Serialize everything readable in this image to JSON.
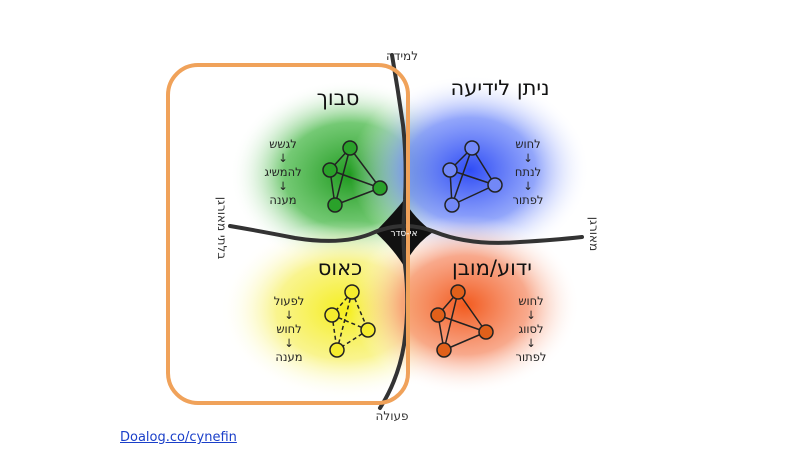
{
  "quadrants": {
    "complex": {
      "title": "סבוך",
      "steps": [
        "לגשש",
        "↓",
        "להמשיג",
        "↓",
        "מענה"
      ]
    },
    "complicated": {
      "title": "ניתן לידיעה",
      "steps": [
        "לחוש",
        "↓",
        "לנתח",
        "↓",
        "לפתור"
      ]
    },
    "chaotic": {
      "title": "כאוס",
      "steps": [
        "לפעול",
        "↓",
        "לחוש",
        "↓",
        "מענה"
      ]
    },
    "obvious": {
      "title": "ידוע/מובן",
      "steps": [
        "לחוש",
        "↓",
        "לסווג",
        "↓",
        "לפתור"
      ]
    }
  },
  "axes": {
    "top": "למידה",
    "bottom": "פעולה",
    "left": "בלתי מאורגן",
    "right": "מאורגן"
  },
  "center": "אי-סדר",
  "link": "Doalog.co/cynefin",
  "colors": {
    "complex": "#2aa12a",
    "complicated": "#3d5cf5",
    "chaotic": "#f2ea2a",
    "obvious": "#f26a2a",
    "highlight": "#f0a25a"
  }
}
